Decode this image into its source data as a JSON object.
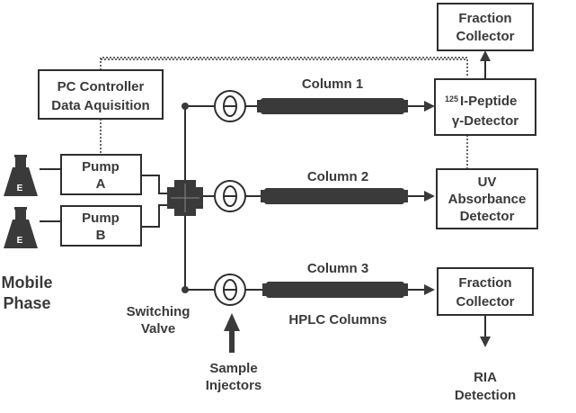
{
  "pc_controller": {
    "line1": "PC Controller",
    "line2": "Data Aquisition"
  },
  "pump_a": {
    "line1": "Pump",
    "line2": "A"
  },
  "pump_b": {
    "line1": "Pump",
    "line2": "B"
  },
  "mobile_phase": {
    "line1": "Mobile",
    "line2": "Phase"
  },
  "switching_valve": {
    "line1": "Switching",
    "line2": "Valve"
  },
  "sample_injectors": {
    "line1": "Sample",
    "line2": "Injectors"
  },
  "columns": [
    "Column 1",
    "Column 2",
    "Column 3"
  ],
  "hplc_columns": "HPLC Columns",
  "fraction_collector_top": {
    "line1": "Fraction",
    "line2": "Collector"
  },
  "gamma_detector": {
    "sup": "125",
    "line1": "I-Peptide",
    "line2": "γ-Detector"
  },
  "uv_detector": {
    "line1": "UV",
    "line2": "Absorbance",
    "line3": "Detector"
  },
  "fraction_collector_bottom": {
    "line1": "Fraction",
    "line2": "Collector"
  },
  "ria_detection": {
    "line1": "RIA",
    "line2": "Detection"
  }
}
